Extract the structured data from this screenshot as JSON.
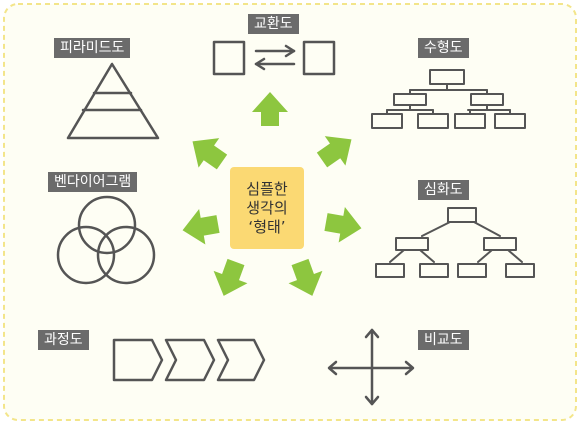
{
  "center": {
    "line1": "심플한",
    "line2": "생각의",
    "line3": "‘형태’"
  },
  "labels": {
    "pyramid": "피라미드도",
    "exchange": "교환도",
    "tree": "수형도",
    "venn": "벤다이어그램",
    "deepening": "심화도",
    "process": "과정도",
    "comparison": "비교도"
  },
  "colors": {
    "background": "#fefef4",
    "border": "#f3e58a",
    "arrow": "#8dc63f",
    "center_box": "#fbd973",
    "label_bg": "#6b6b6b",
    "stroke": "#555555"
  }
}
